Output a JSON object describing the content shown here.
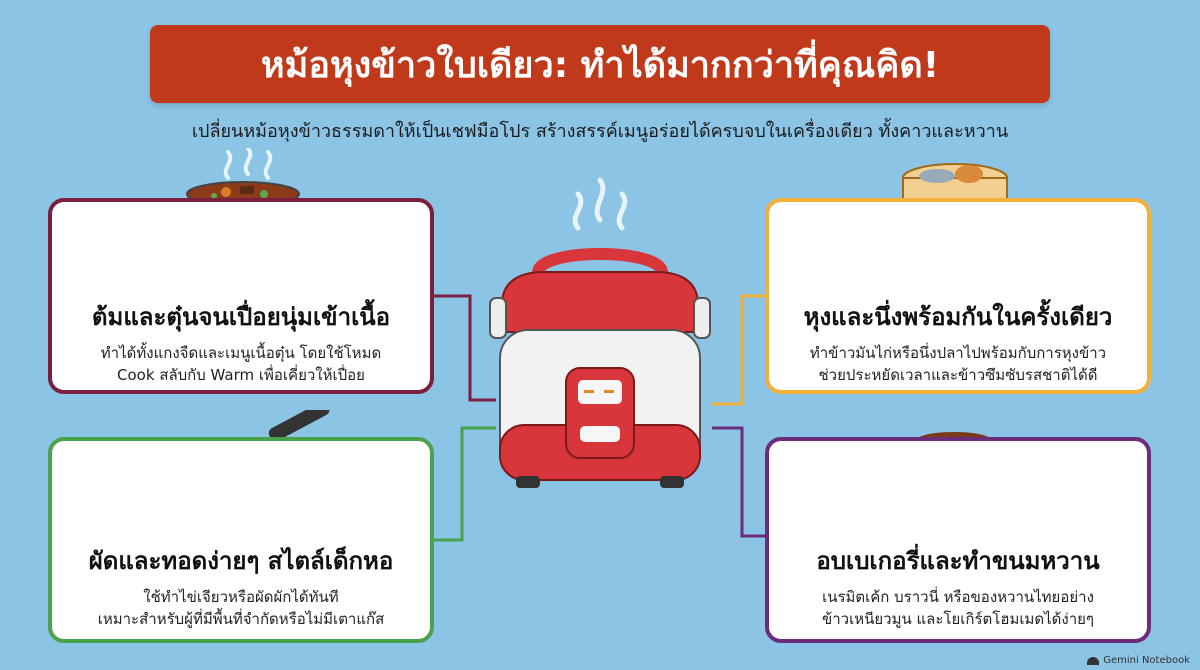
{
  "title": "หม้อหุงข้าวใบเดียว: ทำได้มากกว่าที่คุณคิด!",
  "subtitle": "เปลี่ยนหม้อหุงข้าวธรรมดาให้เป็นเชฟมือโปร สร้างสรรค์เมนูอร่อยได้ครบจบในเครื่องเดียว ทั้งคาวและหวาน",
  "cards": [
    {
      "heading": "ต้มและตุ๋นจนเปื่อยนุ่มเข้าเนื้อ",
      "line1": "ทำได้ทั้งแกงจืดและเมนูเนื้อตุ๋น โดยใช้โหมด",
      "line2": "Cook สลับกับ Warm เพื่อเคี่ยวให้เปื่อย",
      "icon": "stew-pot-icon",
      "color": "#7a1f3d"
    },
    {
      "heading": "ผัดและทอดง่ายๆ สไตล์เด็กหอ",
      "line1": "ใช้ทำไข่เจียวหรือผัดผักได้ทันที",
      "line2": "เหมาะสำหรับผู้ที่มีพื้นที่จำกัดหรือไม่มีเตาแก๊ส",
      "icon": "frying-pan-omelette-icon",
      "color": "#4aa34a"
    },
    {
      "heading": "หุงและนึ่งพร้อมกันในครั้งเดียว",
      "line1": "ทำข้าวมันไก่หรือนึ่งปลาไปพร้อมกับการหุงข้าว",
      "line2": "ช่วยประหยัดเวลาและข้าวซึมซับรสชาติได้ดี",
      "icon": "steamer-basket-rice-icon",
      "color": "#f0b03a"
    },
    {
      "heading": "อบเบเกอรี่และทำขนมหวาน",
      "line1": "เนรมิตเค้ก บราวนี่ หรือของหวานไทยอย่าง",
      "line2": "ข้าวเหนียวมูน และโยเกิร์ตโฮมเมดได้ง่ายๆ",
      "icon": "cake-and-dessert-icon",
      "color": "#6b2d7a"
    }
  ],
  "center_icon": "rice-cooker-icon",
  "watermark": "Gemini Notebook",
  "colors": {
    "background": "#8cc4e6",
    "title_banner": "#c0391b",
    "cooker_red": "#d8363a"
  }
}
